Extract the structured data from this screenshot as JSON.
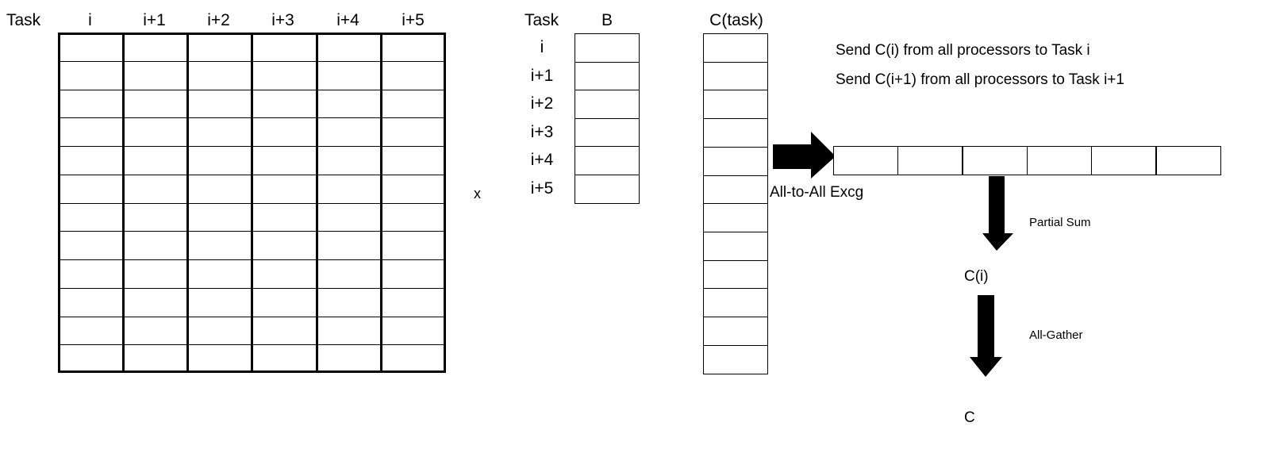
{
  "matrix": {
    "task_header": "Task",
    "column_headers": [
      "i",
      "i+1",
      "i+2",
      "i+3",
      "i+4",
      "i+5"
    ],
    "row_count": 12
  },
  "multiply_symbol": "x",
  "vector_b": {
    "task_header": "Task",
    "header": "B",
    "row_labels": [
      "i",
      "i+1",
      "i+2",
      "i+3",
      "i+4",
      "i+5"
    ]
  },
  "vector_c": {
    "header": "C(task)",
    "row_count": 12
  },
  "notes": [
    "Send C(i) from all processors to Task i",
    "Send C(i+1) from all processors to Task i+1"
  ],
  "exchange": {
    "label": "All-to-All Excg",
    "cell_count": 6
  },
  "partial_sum": {
    "label": "Partial Sum",
    "result": "C(i)"
  },
  "all_gather": {
    "label": "All-Gather",
    "result": "C"
  }
}
